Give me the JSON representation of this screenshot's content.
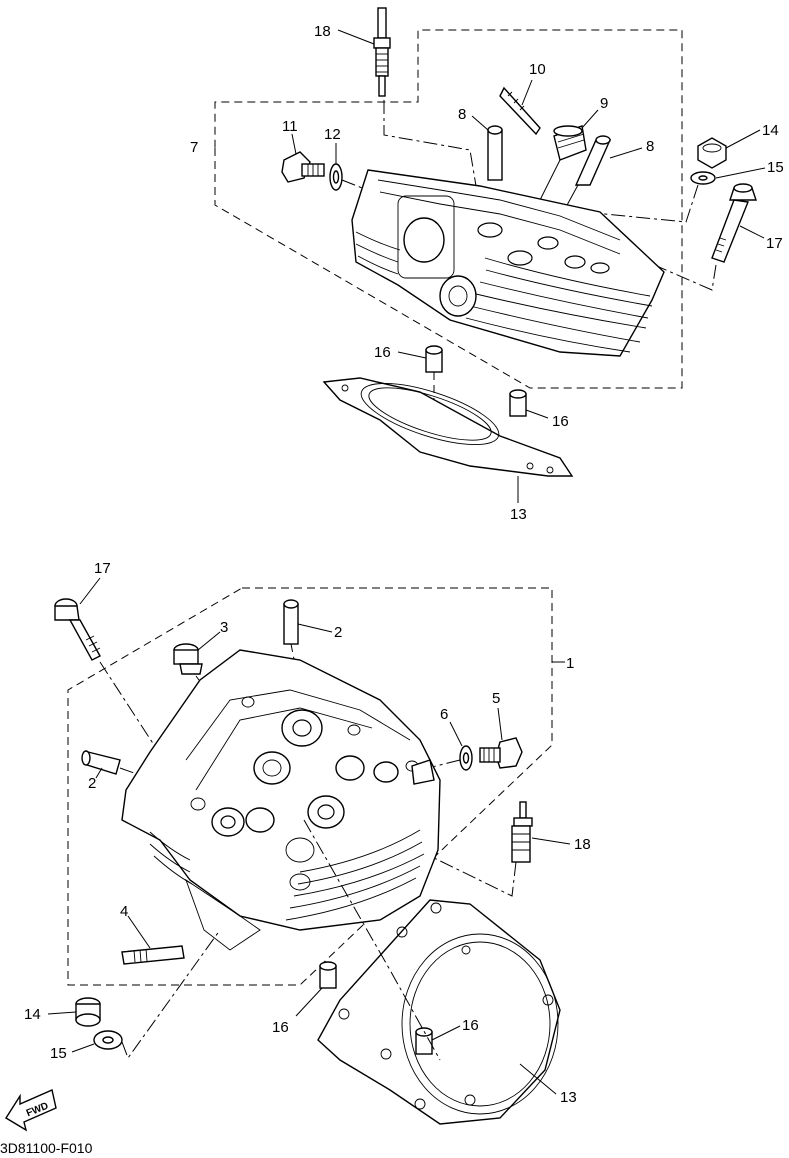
{
  "diagram": {
    "drawing_code": "3D81100-F010",
    "direction_marker": "FWD",
    "labels": {
      "p18_top": "18",
      "p10": "10",
      "p8_a": "8",
      "p9": "9",
      "p8_b": "8",
      "p7": "7",
      "p11": "11",
      "p12": "12",
      "p14_top": "14",
      "p15_top": "15",
      "p17_top": "17",
      "p16_a": "16",
      "p16_b": "16",
      "p13_top": "13",
      "p17_bot": "17",
      "p3": "3",
      "p2_a": "2",
      "p1": "1",
      "p6": "6",
      "p5": "5",
      "p2_b": "2",
      "p18_bot": "18",
      "p4": "4",
      "p14_bot": "14",
      "p16_c": "16",
      "p16_d": "16",
      "p15_bot": "15",
      "p13_bot": "13"
    }
  }
}
